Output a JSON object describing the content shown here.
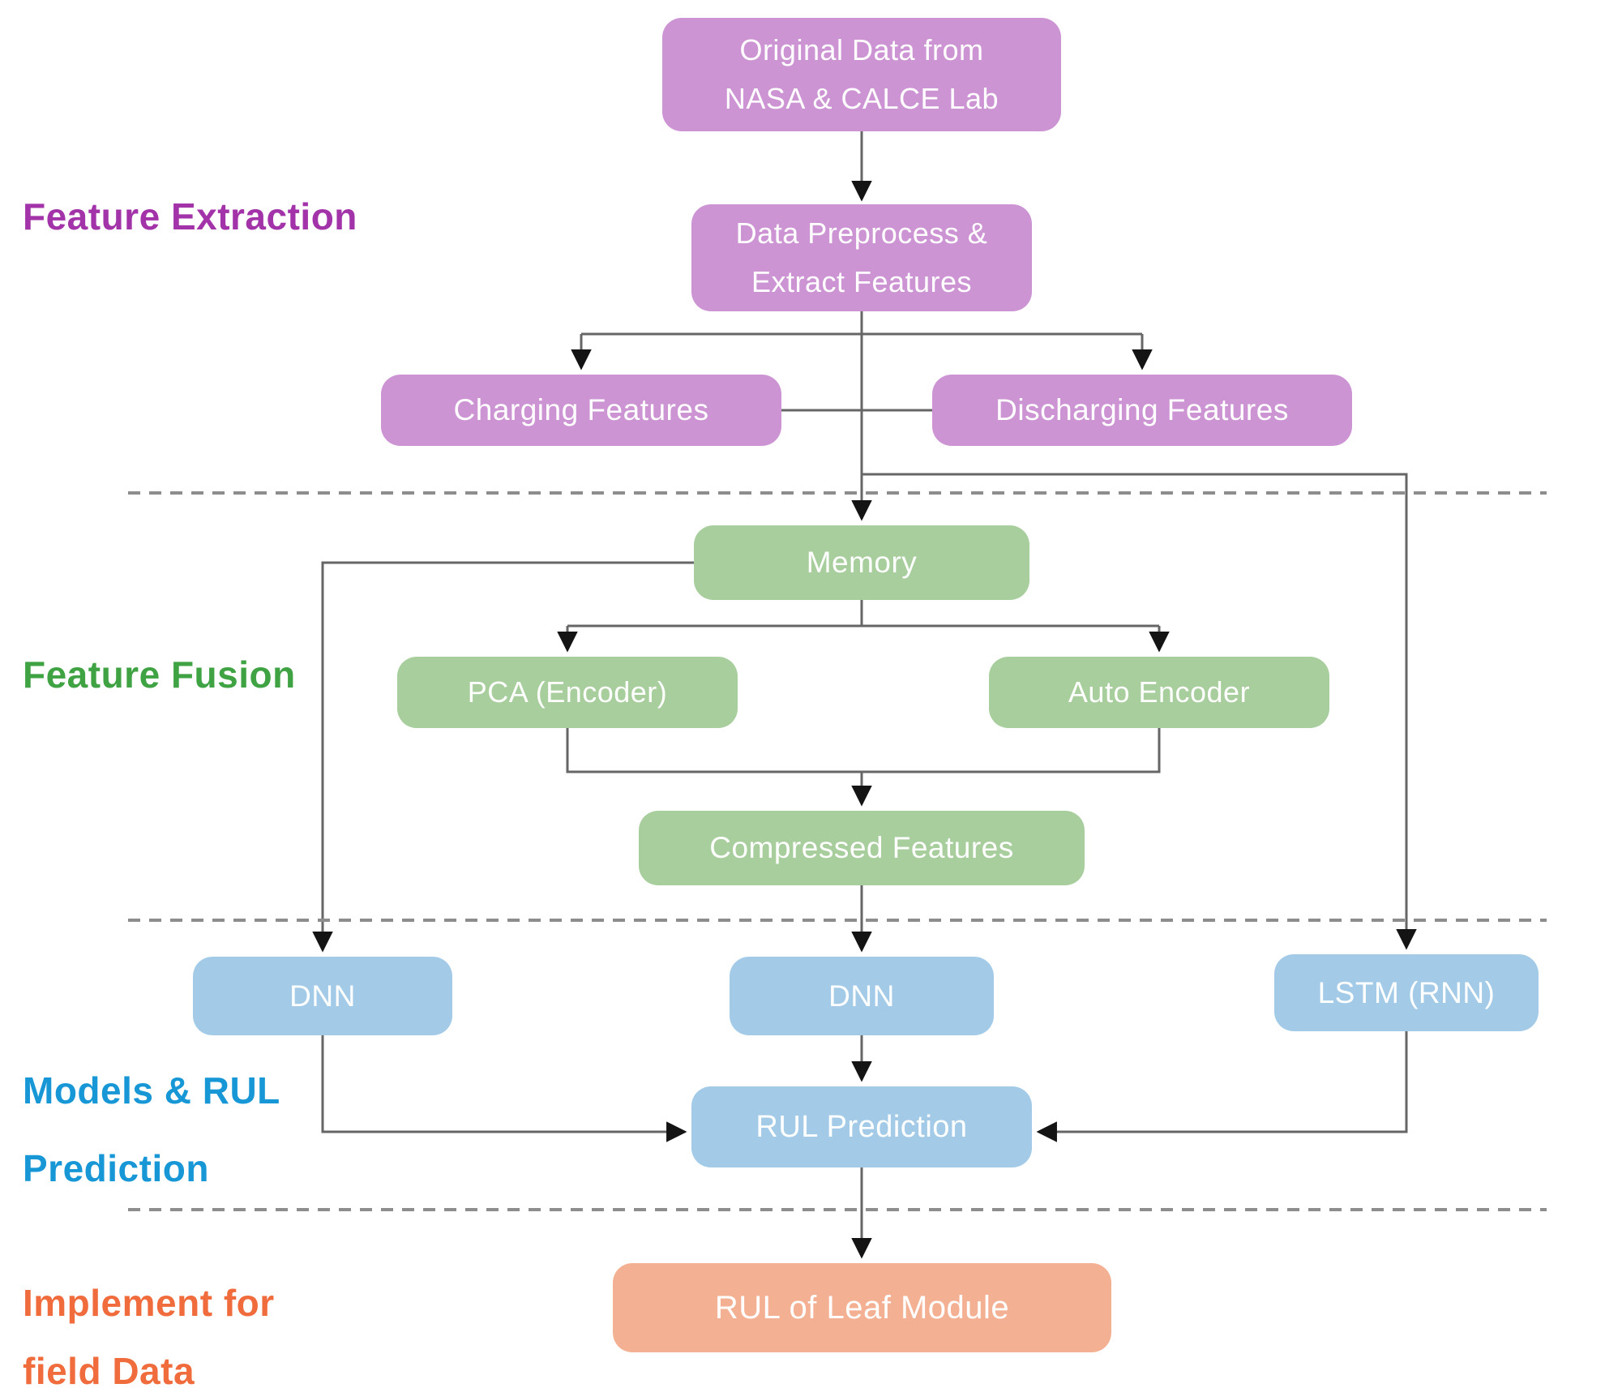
{
  "diagram": {
    "title_hint": "Battery RUL prediction workflow flowchart",
    "palette": {
      "feature_extraction_fill": "#CD94D4",
      "feature_fusion_fill": "#A7CE9C",
      "models_fill": "#A3CBE8",
      "implement_fill": "#F4B093",
      "feature_extraction_label": "#A233A8",
      "feature_fusion_label": "#3FA344",
      "models_label": "#1797D6",
      "implement_label": "#F06C3D",
      "connector_line": "#666666",
      "arrowhead": "#141414",
      "divider_dash": "#8d8d8d",
      "node_text": "#ffffff"
    },
    "section_labels": {
      "feature_extraction": {
        "text": "Feature Extraction"
      },
      "feature_fusion": {
        "text": "Feature Fusion"
      },
      "models_rul": {
        "line1": "Models & RUL",
        "line2": "Prediction"
      },
      "implement": {
        "line1": "Implement for",
        "line2": "field Data"
      }
    },
    "nodes": {
      "original_data": {
        "line1": "Original Data from",
        "line2": "NASA & CALCE Lab"
      },
      "preprocess": {
        "line1": "Data Preprocess &",
        "line2": "Extract Features"
      },
      "charging": {
        "label": "Charging Features"
      },
      "discharging": {
        "label": "Discharging Features"
      },
      "memory": {
        "label": "Memory"
      },
      "pca": {
        "label": "PCA (Encoder)"
      },
      "autoencoder": {
        "label": "Auto Encoder"
      },
      "compressed": {
        "label": "Compressed Features"
      },
      "dnn_left": {
        "label": "DNN"
      },
      "dnn_mid": {
        "label": "DNN"
      },
      "lstm": {
        "label": "LSTM (RNN)"
      },
      "rul_prediction": {
        "label": "RUL Prediction"
      },
      "rul_leaf": {
        "label": "RUL of Leaf Module"
      }
    },
    "edges": [
      {
        "from": "original_data",
        "to": "preprocess"
      },
      {
        "from": "preprocess",
        "to": "charging"
      },
      {
        "from": "preprocess",
        "to": "discharging"
      },
      {
        "from": "charging_discharging_junction",
        "to": "memory"
      },
      {
        "from": "charging_discharging_junction",
        "to": "lstm"
      },
      {
        "from": "memory",
        "to": "pca"
      },
      {
        "from": "memory",
        "to": "autoencoder"
      },
      {
        "from": "memory",
        "to": "dnn_left"
      },
      {
        "from": "pca",
        "to": "compressed"
      },
      {
        "from": "autoencoder",
        "to": "compressed"
      },
      {
        "from": "compressed",
        "to": "dnn_mid"
      },
      {
        "from": "dnn_left",
        "to": "rul_prediction"
      },
      {
        "from": "dnn_mid",
        "to": "rul_prediction"
      },
      {
        "from": "lstm",
        "to": "rul_prediction"
      },
      {
        "from": "rul_prediction",
        "to": "rul_leaf"
      }
    ]
  }
}
